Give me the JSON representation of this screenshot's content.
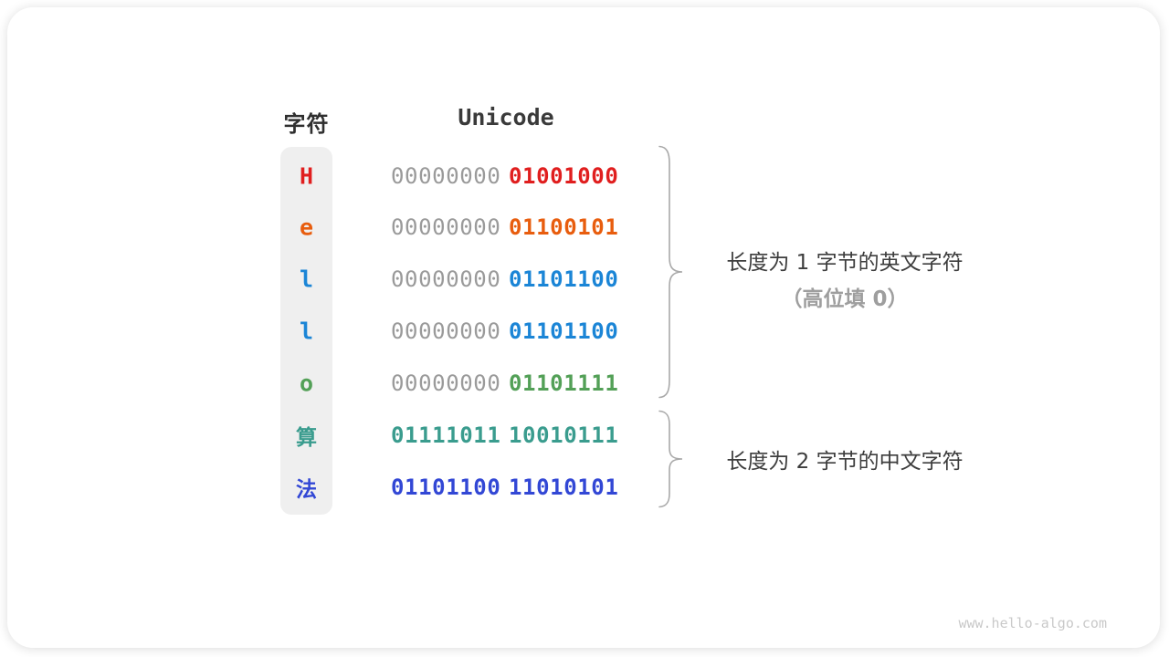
{
  "header": {
    "char_col": "字符",
    "unicode_col": "Unicode"
  },
  "table": {
    "rows": [
      {
        "char": "H",
        "type": "latin",
        "color": "#e01e1e",
        "bytes": [
          {
            "text": "00000000",
            "color": "#9a9a9a",
            "bold": false
          },
          {
            "text": "01001000",
            "color": "#e01e1e",
            "bold": true
          }
        ]
      },
      {
        "char": "e",
        "type": "latin",
        "color": "#e85d0e",
        "bytes": [
          {
            "text": "00000000",
            "color": "#9a9a9a",
            "bold": false
          },
          {
            "text": "01100101",
            "color": "#e85d0e",
            "bold": true
          }
        ]
      },
      {
        "char": "l",
        "type": "latin",
        "color": "#1b85d6",
        "bytes": [
          {
            "text": "00000000",
            "color": "#9a9a9a",
            "bold": false
          },
          {
            "text": "01101100",
            "color": "#1b85d6",
            "bold": true
          }
        ]
      },
      {
        "char": "l",
        "type": "latin",
        "color": "#1b85d6",
        "bytes": [
          {
            "text": "00000000",
            "color": "#9a9a9a",
            "bold": false
          },
          {
            "text": "01101100",
            "color": "#1b85d6",
            "bold": true
          }
        ]
      },
      {
        "char": "o",
        "type": "latin",
        "color": "#53a057",
        "bytes": [
          {
            "text": "00000000",
            "color": "#9a9a9a",
            "bold": false
          },
          {
            "text": "01101111",
            "color": "#53a057",
            "bold": true
          }
        ]
      },
      {
        "char": "算",
        "type": "cjk",
        "color": "#3a9c8e",
        "bytes": [
          {
            "text": "01111011",
            "color": "#3a9c8e",
            "bold": true
          },
          {
            "text": "10010111",
            "color": "#3a9c8e",
            "bold": true
          }
        ]
      },
      {
        "char": "法",
        "type": "cjk",
        "color": "#3247d5",
        "bytes": [
          {
            "text": "01101100",
            "color": "#3247d5",
            "bold": true
          },
          {
            "text": "11010101",
            "color": "#3247d5",
            "bold": true
          }
        ]
      }
    ]
  },
  "annotations": {
    "group1_line1": "长度为 1 字节的英文字符",
    "group1_line2": "（高位填 0）",
    "group2": "长度为 2 字节的中文字符"
  },
  "watermark": "www.hello-algo.com",
  "colors": {
    "column_bg": "#efefef",
    "gray_byte": "#9a9a9a",
    "brace": "#a9a9a9",
    "header_text": "#3a3a3a"
  }
}
